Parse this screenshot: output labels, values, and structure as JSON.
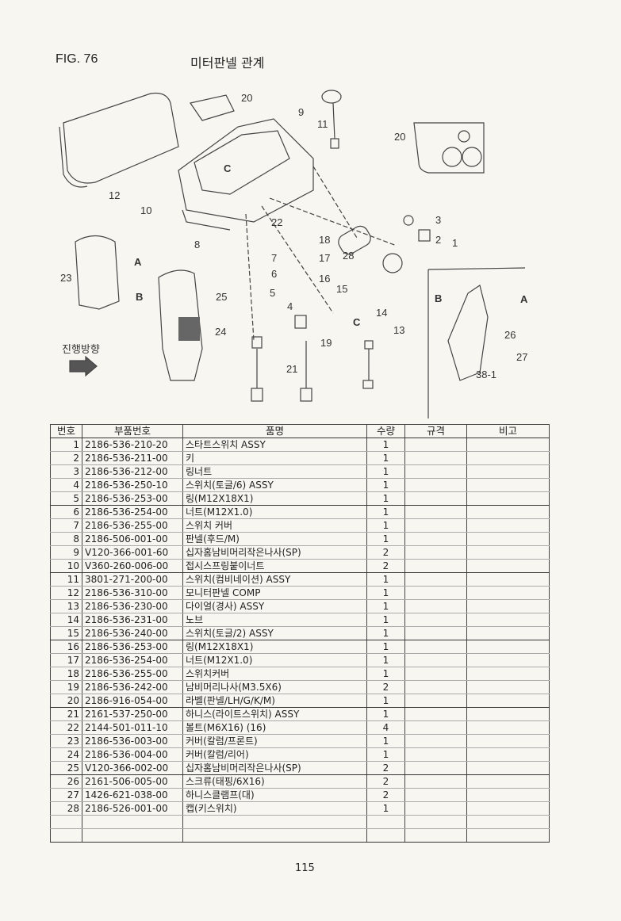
{
  "header": {
    "figure": "FIG. 76",
    "title": "미터판넬 관계",
    "page_number": "115"
  },
  "diagram": {
    "callouts": [
      "20",
      "9",
      "11",
      "20",
      "12",
      "10",
      "C",
      "22",
      "8",
      "3",
      "2",
      "1",
      "18",
      "17",
      "16",
      "7",
      "6",
      "5",
      "15",
      "28",
      "4",
      "23",
      "A",
      "B",
      "25",
      "24",
      "14",
      "C",
      "13",
      "19",
      "21",
      "B",
      "A",
      "26",
      "27",
      "38-1"
    ],
    "direction_label": "진행방향"
  },
  "table": {
    "headers": [
      "번호",
      "부품번호",
      "품명",
      "수량",
      "규격",
      "비고"
    ],
    "rows": [
      [
        "1",
        "2186-536-210-20",
        "스타트스위치 ASSY",
        "1"
      ],
      [
        "2",
        "2186-536-211-00",
        "키",
        "1"
      ],
      [
        "3",
        "2186-536-212-00",
        "링너트",
        "1"
      ],
      [
        "4",
        "2186-536-250-10",
        "스위치(토글/6) ASSY",
        "1"
      ],
      [
        "5",
        "2186-536-253-00",
        "링(M12X18X1)",
        "1"
      ],
      [
        "6",
        "2186-536-254-00",
        "너트(M12X1.0)",
        "1"
      ],
      [
        "7",
        "2186-536-255-00",
        "스위치 커버",
        "1"
      ],
      [
        "8",
        "2186-506-001-00",
        "판넬(후드/M)",
        "1"
      ],
      [
        "9",
        "V120-366-001-60",
        "십자홈남비머리작은나사(SP)",
        "2"
      ],
      [
        "10",
        "V360-260-006-00",
        "접시스프링붙이너트",
        "2"
      ],
      [
        "11",
        "3801-271-200-00",
        "스위치(컴비네이션) ASSY",
        "1"
      ],
      [
        "12",
        "2186-536-310-00",
        "모니터판넬 COMP",
        "1"
      ],
      [
        "13",
        "2186-536-230-00",
        "다이얼(경사) ASSY",
        "1"
      ],
      [
        "14",
        "2186-536-231-00",
        "노브",
        "1"
      ],
      [
        "15",
        "2186-536-240-00",
        "스위치(토글/2) ASSY",
        "1"
      ],
      [
        "16",
        "2186-536-253-00",
        "링(M12X18X1)",
        "1"
      ],
      [
        "17",
        "2186-536-254-00",
        "너트(M12X1.0)",
        "1"
      ],
      [
        "18",
        "2186-536-255-00",
        "스위치커버",
        "1"
      ],
      [
        "19",
        "2186-536-242-00",
        "남비머리나사(M3.5X6)",
        "2"
      ],
      [
        "20",
        "2186-916-054-00",
        "라벨(판넬/LH/G/K/M)",
        "1"
      ],
      [
        "21",
        "2161-537-250-00",
        "하니스(라이트스위치) ASSY",
        "1"
      ],
      [
        "22",
        "2144-501-011-10",
        "볼트(M6X16) (16)",
        "4"
      ],
      [
        "23",
        "2186-536-003-00",
        "커버(칼럼/프론트)",
        "1"
      ],
      [
        "24",
        "2186-536-004-00",
        "커버(칼럼/리어)",
        "1"
      ],
      [
        "25",
        "V120-366-002-00",
        "십자홈남비머리작은나사(SP)",
        "2"
      ],
      [
        "26",
        "2161-506-005-00",
        "스크류(태핑/6X16)",
        "2"
      ],
      [
        "27",
        "1426-621-038-00",
        "하니스클램프(대)",
        "2"
      ],
      [
        "28",
        "2186-526-001-00",
        "캡(키스위치)",
        "1"
      ]
    ]
  }
}
